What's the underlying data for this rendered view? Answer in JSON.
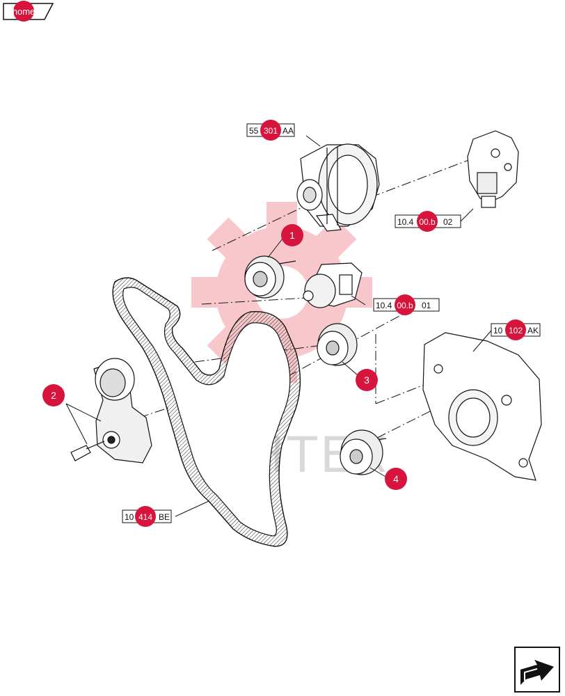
{
  "nav": {
    "home_label": "home"
  },
  "watermark": {
    "text": "ИНТЕХ",
    "color": "#e43a4b"
  },
  "colors": {
    "accent": "#d7143c",
    "line": "#111111"
  },
  "callouts": [
    {
      "id": "1",
      "label": "1"
    },
    {
      "id": "2",
      "label": "2"
    },
    {
      "id": "3",
      "label": "3"
    },
    {
      "id": "4",
      "label": "4"
    }
  ],
  "references": {
    "alternator": {
      "prefix": "55",
      "hot": "301",
      "suffix": "AA"
    },
    "water_pump": {
      "prefix": "10.4",
      "hot": "00.b",
      "suffix": "02"
    },
    "thermostat": {
      "prefix": "10.4",
      "hot": "00.b",
      "suffix": "01"
    },
    "front_cover": {
      "prefix": "10",
      "hot": "102",
      "suffix": "AK"
    },
    "belt": {
      "prefix": "10",
      "hot": "414",
      "suffix": "BE"
    }
  },
  "icons": {
    "next_page": "arrow-next-icon"
  }
}
